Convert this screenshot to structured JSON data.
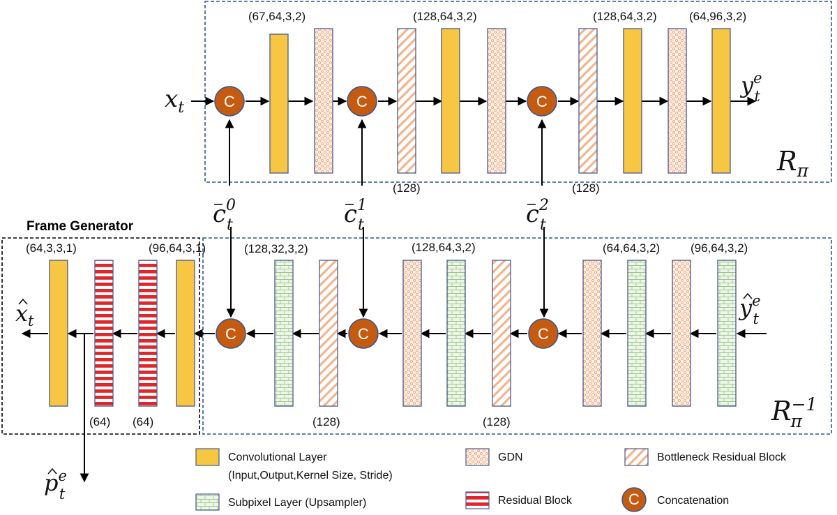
{
  "encoder": {
    "name_main": "R",
    "name_sub": "π",
    "input": {
      "main": "x",
      "sub": "t"
    },
    "output": {
      "main": "y",
      "sub": "t",
      "sup": "e"
    },
    "conv_labels": [
      "(67,64,3,2)",
      "(128,64,3,2)",
      "(128,64,3,2)",
      "(64,96,3,2)"
    ],
    "block_labels": [
      "(128)",
      "(128)"
    ]
  },
  "conditions": [
    {
      "main": "c",
      "sub": "t",
      "sup": "0"
    },
    {
      "main": "c",
      "sub": "t",
      "sup": "1"
    },
    {
      "main": "c",
      "sub": "t",
      "sup": "2"
    }
  ],
  "decoder": {
    "name_main": "R",
    "name_sub": "π",
    "name_sup": "−1",
    "input": {
      "main": "y",
      "sub": "t",
      "sup": "e"
    },
    "conv_labels": [
      "(128,32,3,2)",
      "(128,64,3,2)",
      "(64,64,3,2)",
      "(96,64,3,2)"
    ],
    "block_labels": [
      "(128)",
      "(128)"
    ]
  },
  "frame_generator": {
    "title": "Frame Generator",
    "conv_labels": [
      "(64,3,3,1)",
      "(96,64,3,1)"
    ],
    "res_labels": [
      "(64)",
      "(64)"
    ],
    "output": {
      "main": "x",
      "sub": "t"
    },
    "side_output": {
      "main": "p",
      "sub": "t",
      "sup": "e"
    }
  },
  "concat_symbol": "C",
  "legend": {
    "conv_line1": "Convolutional Layer",
    "conv_line2": "(Input,Output,Kernel Size, Stride)",
    "subpixel": "Subpixel Layer (Upsampler)",
    "gdn": "GDN",
    "residual": "Residual Block",
    "bottleneck": "Bottleneck Residual Block",
    "concat": "Concatenation"
  },
  "colors": {
    "conv_fill": "#f7c744",
    "conv_stroke": "#4a5a8a",
    "concat_fill": "#c55a11",
    "residual_red": "#e0262a",
    "gdn_dot": "#f0b090",
    "hatch": "#f2b48c",
    "subpixel_green": "#9dc78a",
    "box_blue": "#2f5597",
    "box_black": "#000000"
  }
}
